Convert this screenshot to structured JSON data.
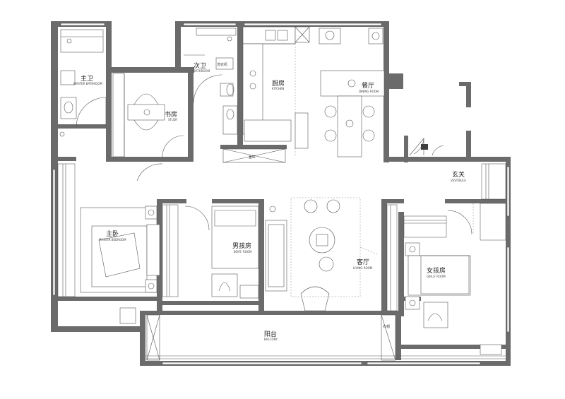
{
  "rooms": {
    "master_bath": {
      "cn": "主卫",
      "en": "MASTER BATHROOM"
    },
    "second_bath": {
      "cn": "次卫",
      "en": "BATHROOM"
    },
    "washer": {
      "cn": "洗衣机",
      "en": ""
    },
    "kitchen": {
      "cn": "厨房",
      "en": "KITCHEN"
    },
    "dining": {
      "cn": "餐厅",
      "en": "DINING ROOM"
    },
    "study": {
      "cn": "书房",
      "en": "STUDY"
    },
    "fish_tank": {
      "cn": "鱼缸",
      "en": ""
    },
    "vestibule": {
      "cn": "玄关",
      "en": "VESTIBULE"
    },
    "master_bedroom": {
      "cn": "主卧",
      "en": "MASTER BEDROOM"
    },
    "boys_room": {
      "cn": "男孩房",
      "en": "BOYS' ROOM"
    },
    "living_room": {
      "cn": "客厅",
      "en": "LIVING ROOM"
    },
    "girls_room": {
      "cn": "女孩房",
      "en": "GIRLS' ROOM"
    },
    "cloakroom": {
      "cn": "衣帽",
      "en": ""
    },
    "balcony": {
      "cn": "阳台",
      "en": "BALCONY"
    }
  },
  "colors": {
    "wall": "#6b6b6b",
    "wall_dark": "#3f3f3f",
    "line": "#555555",
    "background": "#ffffff"
  }
}
